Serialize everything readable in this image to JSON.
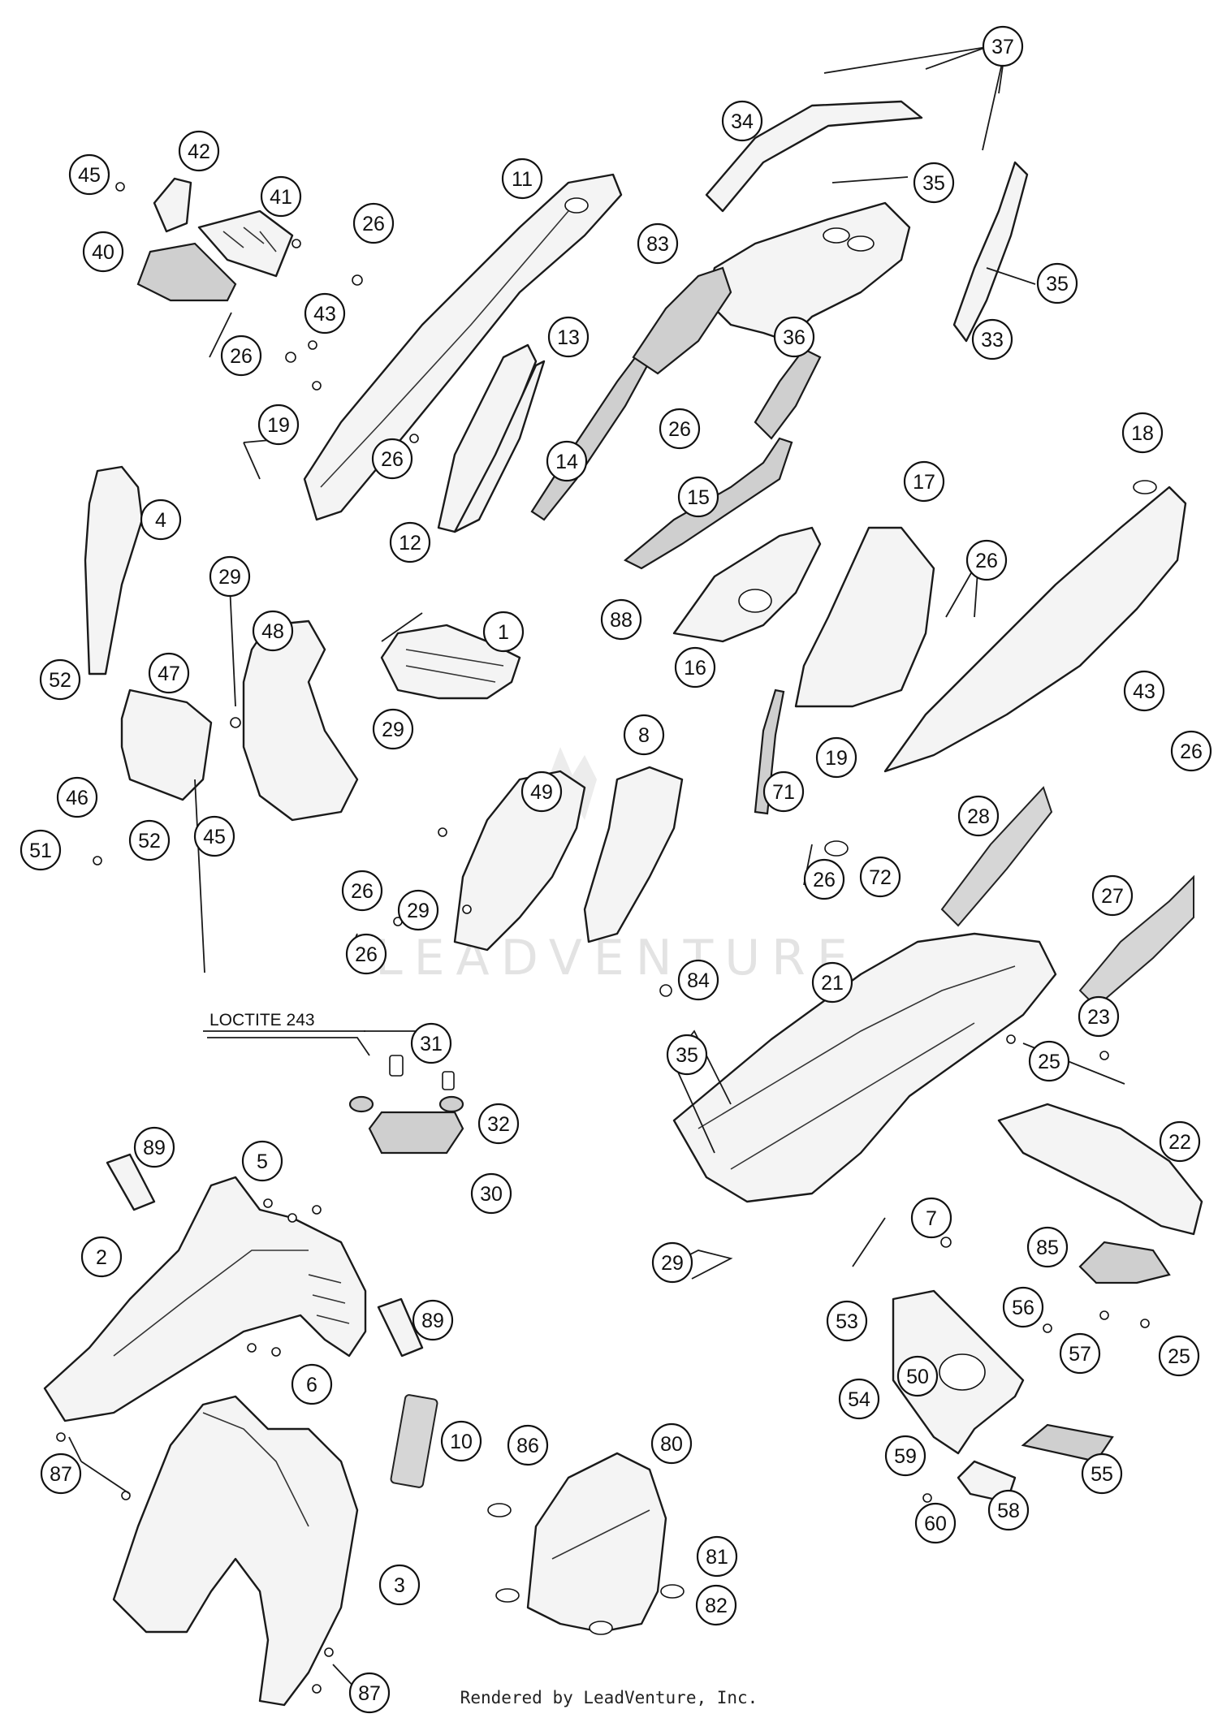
{
  "watermark": "LEADVENTURE",
  "note": "LOCTITE 243",
  "footer": "Rendered by LeadVenture, Inc.",
  "callouts": [
    "1",
    "2",
    "3",
    "4",
    "5",
    "6",
    "7",
    "8",
    "10",
    "11",
    "12",
    "13",
    "14",
    "15",
    "16",
    "17",
    "18",
    "19",
    "21",
    "22",
    "23",
    "25",
    "26",
    "27",
    "28",
    "29",
    "30",
    "31",
    "32",
    "33",
    "34",
    "35",
    "36",
    "37",
    "40",
    "41",
    "42",
    "43",
    "45",
    "46",
    "47",
    "48",
    "49",
    "50",
    "51",
    "52",
    "53",
    "54",
    "55",
    "56",
    "57",
    "58",
    "59",
    "60",
    "71",
    "72",
    "80",
    "81",
    "82",
    "83",
    "84",
    "85",
    "86",
    "87",
    "88",
    "89"
  ]
}
